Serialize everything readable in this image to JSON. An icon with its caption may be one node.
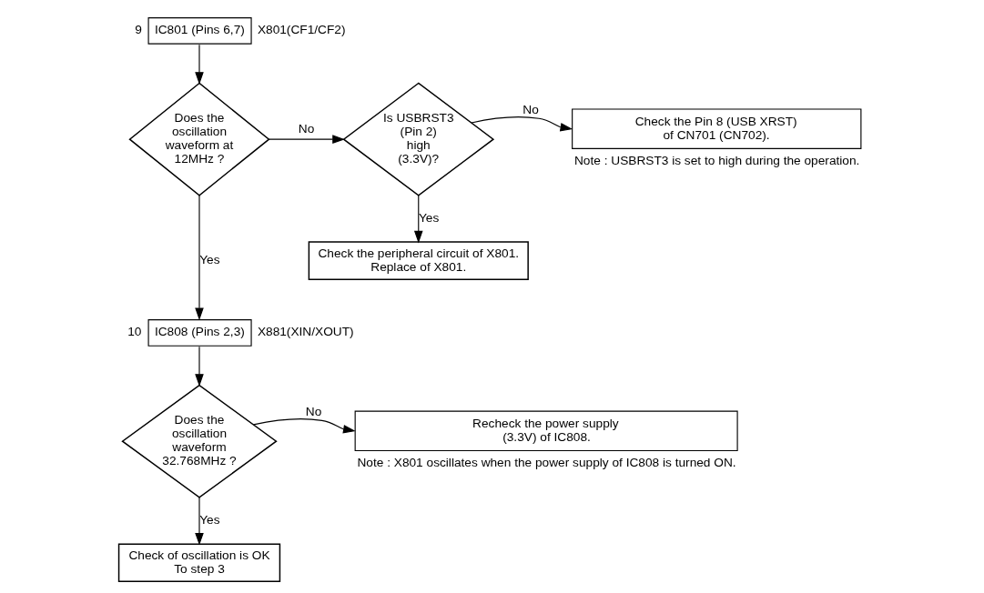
{
  "diagram": {
    "nodes": [
      {
        "text": [
          "IC801 (Pins 6,7)"
        ],
        "beside": [
          "9",
          "X801(CF1/CF2)"
        ]
      },
      {
        "text": [
          "Does the oscillation waveform at 12MHz ?"
        ]
      },
      {
        "text": [
          "Is USBRST3 (Pin 2) high (3.3V)?"
        ]
      },
      {
        "text": [
          "Check the Pin 8 (USB XRST) of CN701 (CN702)."
        ],
        "beside": [
          "Note : USBRST3 is set to high during the operation."
        ]
      },
      {
        "text": [
          "Check the peripheral circuit of X801. Replace of X801."
        ]
      },
      {
        "text": [
          "IC808 (Pins 2,3)"
        ],
        "beside": [
          "10",
          "X881(XIN/XOUT)"
        ]
      },
      {
        "text": [
          "Does the oscillation waveform 32.768MHz ?"
        ]
      },
      {
        "text": [
          "Recheck the power supply (3.3V) of IC808."
        ],
        "beside": [
          "Note : X801 oscillates when the power supply of IC808 is turned ON."
        ]
      },
      {
        "text": [
          "Check of oscillation is OK To step 3"
        ]
      }
    ],
    "edges": [
      {
        "from": 0,
        "to": 1,
        "arrow": "to"
      },
      {
        "from": 1,
        "to": 2,
        "arrow": "to",
        "label": "No"
      },
      {
        "from": 1,
        "to": 5,
        "arrow": "to",
        "label": "Yes"
      },
      {
        "from": 2,
        "to": 3,
        "arrow": "to",
        "label": "No"
      },
      {
        "from": 2,
        "to": 4,
        "arrow": "to",
        "label": "Yes"
      },
      {
        "from": 5,
        "to": 6,
        "arrow": "to"
      },
      {
        "from": 6,
        "to": 7,
        "arrow": "to",
        "label": "No"
      },
      {
        "from": 6,
        "to": 8,
        "arrow": "to",
        "label": "Yes"
      }
    ]
  }
}
